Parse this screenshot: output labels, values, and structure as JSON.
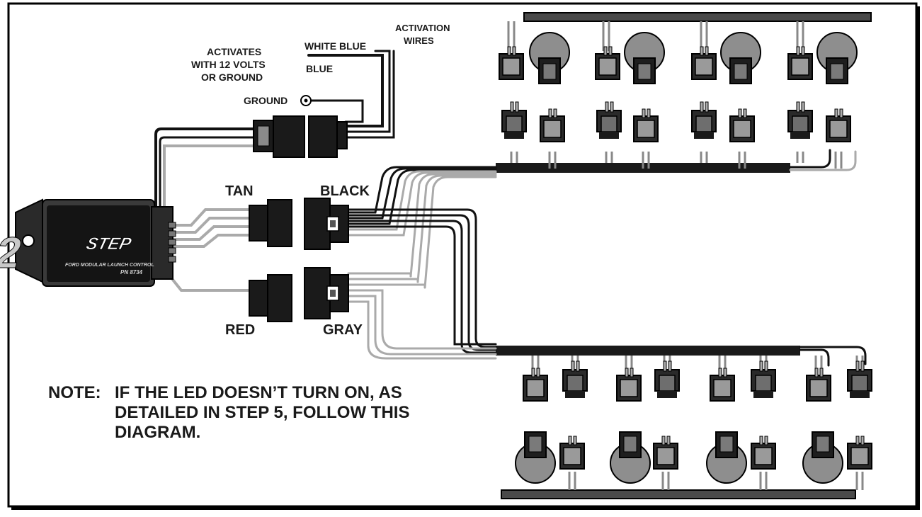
{
  "diagram": {
    "labels": {
      "activation_wires_line1": "ACTIVATION",
      "activation_wires_line2": "WIRES",
      "activates_line1": "ACTIVATES",
      "activates_line2": "WITH 12 VOLTS",
      "activates_line3": "OR GROUND",
      "white_blue": "WHITE BLUE",
      "blue": "BLUE",
      "ground": "GROUND",
      "tan": "TAN",
      "black": "BLACK",
      "red": "RED",
      "gray": "GRAY"
    },
    "module": {
      "logo_number": "2",
      "logo_word": "STEP",
      "subtitle": "FORD MODULAR LAUNCH CONTROL",
      "part_number": "PN 8734"
    },
    "note": {
      "prefix": "NOTE:",
      "line1": "IF THE LED DOESN’T TURN ON, AS",
      "line2": "DETAILED IN STEP 5, FOLLOW THIS",
      "line3": "DIAGRAM."
    }
  }
}
